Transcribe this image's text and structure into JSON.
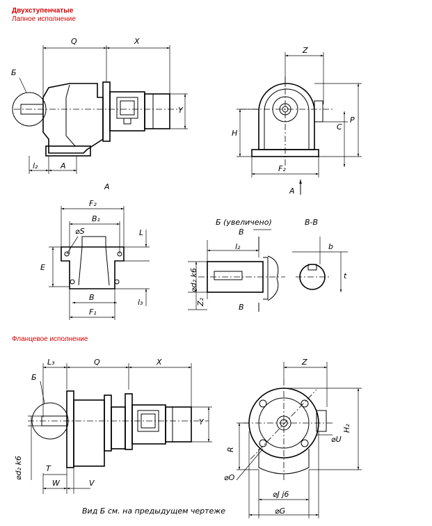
{
  "header": {
    "title": "Двухступенчатые",
    "subtitle": "Лапное исполнение"
  },
  "section2": {
    "title": "Фланцевое исполнение"
  },
  "labels": {
    "Q": "Q",
    "X": "X",
    "Y": "Y",
    "B": "Б",
    "l2": "l₂",
    "A": "A",
    "Z": "Z",
    "H": "H",
    "C": "C",
    "P": "P",
    "F2": "F₂",
    "viewA": "A",
    "arrowA": "A",
    "F2b": "F₂",
    "B1": "B₁",
    "S": "⌀S",
    "L": "L",
    "E": "E",
    "Bbot": "B",
    "F1": "F₁",
    "l3": "l₃",
    "detailTitle": "Б (увеличено)",
    "vvTitle": "В-В",
    "Vsec": "В",
    "l2b": "l₂",
    "d2": "⌀d₂ k6",
    "Z2": "Z₂",
    "Vsec2": "В",
    "b": "b",
    "t": "t",
    "L3": "L₃",
    "Q2": "Q",
    "X2": "X",
    "B2": "Б",
    "Y2": "Y",
    "d2b": "⌀d₂ k6",
    "T": "T",
    "W": "W",
    "V": "V",
    "Z3": "Z",
    "H2": "H₂",
    "R": "R",
    "U": "⌀U",
    "O": "⌀O",
    "J": "⌀J j6",
    "G": "⌀G",
    "note": "Вид Б см. на предыдущем чертеже"
  }
}
